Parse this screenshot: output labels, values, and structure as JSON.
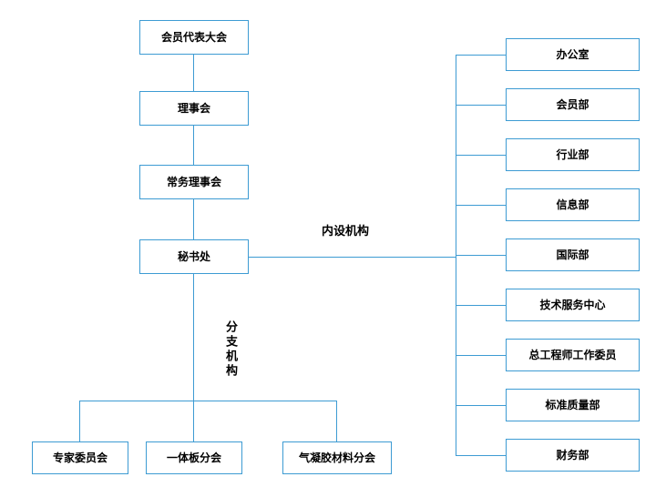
{
  "org": {
    "chain": [
      "会员代表大会",
      "理事会",
      "常务理事会",
      "秘书处"
    ],
    "internal_label": "内设机构",
    "branch_label": "分支机构",
    "internal": [
      "办公室",
      "会员部",
      "行业部",
      "信息部",
      "国际部",
      "技术服务中心",
      "总工程师工作委员",
      "标准质量部",
      "财务部"
    ],
    "branches": [
      "专家委员会",
      "一体板分会",
      "气凝胶材料分会"
    ],
    "colors": {
      "line": "#3d9bd3",
      "border": "#3d9bd3",
      "text": "#000000",
      "background": "#ffffff"
    }
  }
}
